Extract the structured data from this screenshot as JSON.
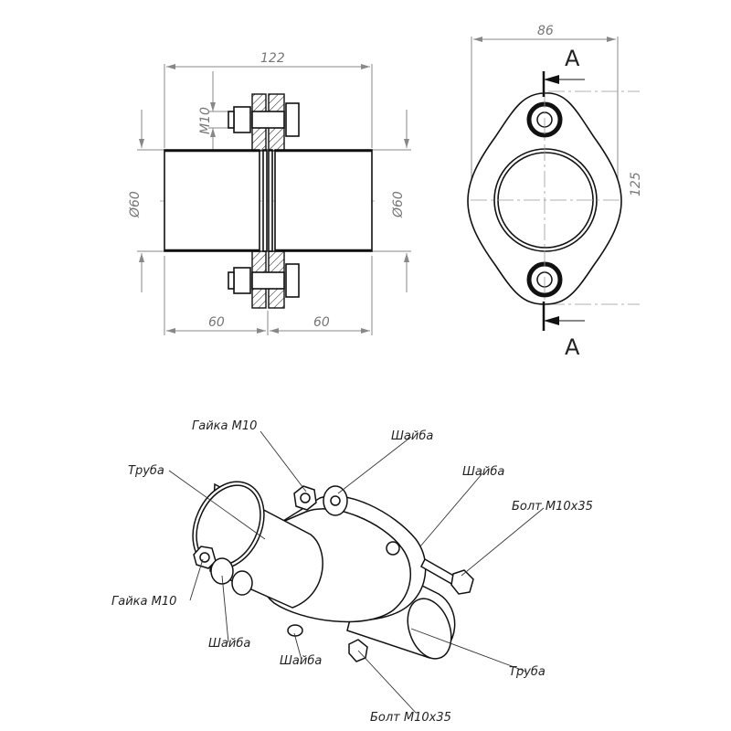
{
  "front_view": {
    "dim_length": "122",
    "dim_half_left": "60",
    "dim_half_right": "60",
    "dim_diameter_left": "Ø60",
    "dim_diameter_right": "Ø60",
    "dim_thread": "M10"
  },
  "side_view": {
    "dim_width": "86",
    "dim_height_partial": "125",
    "section_top": "A",
    "section_bottom": "A"
  },
  "assembly_labels": {
    "nut_top": "Гайка М10",
    "washer_top_1": "Шайба",
    "washer_top_2": "Шайба",
    "bolt_right": "Болт М10х35",
    "pipe_left": "Труба",
    "nut_left": "Гайка М10",
    "washer_bottom_1": "Шайба",
    "washer_bottom_2": "Шайба",
    "pipe_right": "Труба",
    "bolt_bottom": "Болт М10х35"
  }
}
